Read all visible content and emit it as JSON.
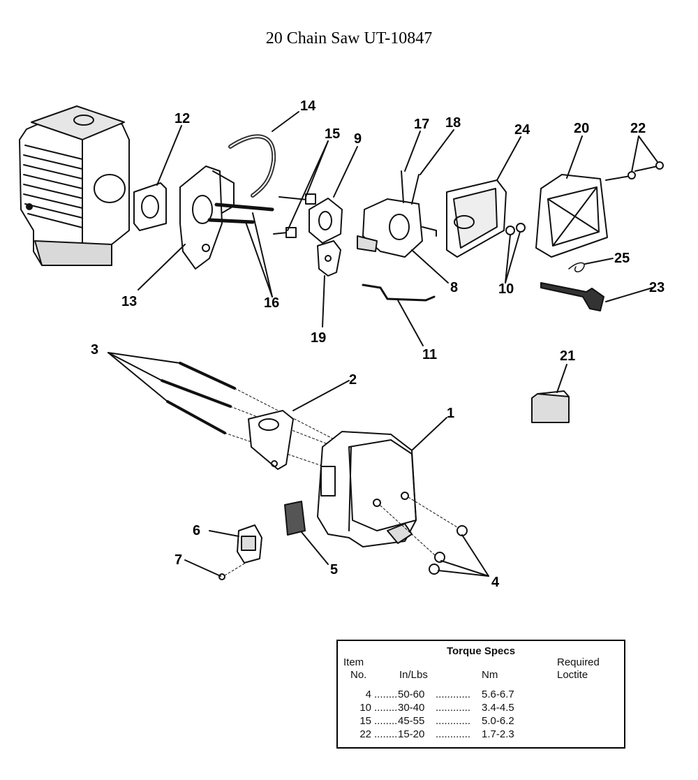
{
  "title": "20 Chain Saw UT-10847",
  "callouts": [
    "1",
    "2",
    "3",
    "4",
    "5",
    "6",
    "7",
    "8",
    "9",
    "10",
    "11",
    "12",
    "13",
    "14",
    "15",
    "16",
    "17",
    "18",
    "19",
    "20",
    "21",
    "22",
    "23",
    "24",
    "25"
  ],
  "torque_table": {
    "title": "Torque Specs",
    "header_item_line1": "Item",
    "header_item_line2": "No.",
    "header_inlbs": "In/Lbs",
    "header_nm": "Nm",
    "header_loctite_line1": "Required",
    "header_loctite_line2": "Loctite",
    "rows": [
      {
        "item": "4",
        "inlbs": "50-60",
        "nm": "5.6-6.7"
      },
      {
        "item": "10",
        "inlbs": "30-40",
        "nm": "3.4-4.5"
      },
      {
        "item": "15",
        "inlbs": "45-55",
        "nm": "5.0-6.2"
      },
      {
        "item": "22",
        "inlbs": "15-20",
        "nm": "1.7-2.3"
      }
    ]
  }
}
